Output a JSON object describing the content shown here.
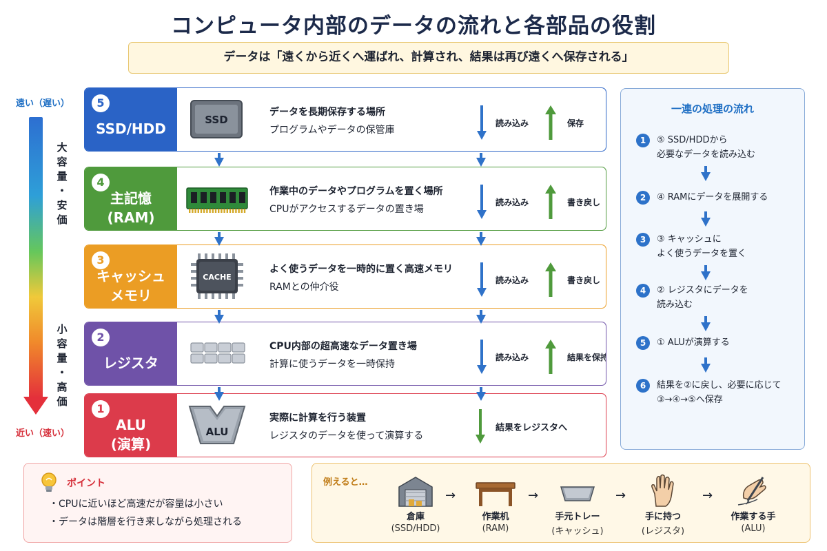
{
  "title": "コンピュータ内部のデータの流れと各部品の役割",
  "subtitle": "データは「遠くから近くへ運ばれ、計算され、結果は再び遠くへ保存される」",
  "gauge": {
    "top": "遠い（遅い）",
    "bottom": "近い（速い）",
    "upper_label": [
      "大",
      "容",
      "量",
      "・",
      "安",
      "価"
    ],
    "lower_label": [
      "小",
      "容",
      "量",
      "・",
      "高",
      "価"
    ]
  },
  "tiers": [
    {
      "num": "5",
      "name_lines": [
        "SSD/HDD"
      ],
      "icon": "ssd-icon",
      "icon_text": "SSD",
      "desc1": "データを長期保存する場所",
      "desc2": "プログラムやデータの保管庫",
      "read": "読み込み",
      "save": "保存",
      "color": "#2a63c6"
    },
    {
      "num": "4",
      "name_lines": [
        "主記憶",
        "(RAM)"
      ],
      "icon": "ram-icon",
      "icon_text": "",
      "desc1": "作業中のデータやプログラムを置く場所",
      "desc2": "CPUがアクセスするデータの置き場",
      "read": "読み込み",
      "save": "書き戻し",
      "color": "#4f9a3c"
    },
    {
      "num": "3",
      "name_lines": [
        "キャッシュ",
        "メモリ"
      ],
      "icon": "cache-chip-icon",
      "icon_text": "CACHE",
      "desc1": "よく使うデータを一時的に置く高速メモリ",
      "desc2": "RAMとの仲介役",
      "read": "読み込み",
      "save": "書き戻し",
      "color": "#eb9d24"
    },
    {
      "num": "2",
      "name_lines": [
        "レジスタ"
      ],
      "icon": "register-icon",
      "icon_text": "",
      "desc1": "CPU内部の超高速なデータ置き場",
      "desc2": "計算に使うデータを一時保持",
      "read": "読み込み",
      "save": "結果を保持",
      "color": "#6f52a8"
    },
    {
      "num": "1",
      "name_lines": [
        "ALU",
        "(演算)"
      ],
      "icon": "alu-icon",
      "icon_text": "ALU",
      "desc1": "実際に計算を行う装置",
      "desc2": "レジスタのデータを使って演算する",
      "read": "",
      "save": "結果をレジスタへ",
      "color": "#dc3b4b"
    }
  ],
  "flow": {
    "title": "一連の処理の流れ",
    "steps": [
      {
        "num": "1",
        "text": "⑤ SSD/HDDから\n必要なデータを読み込む"
      },
      {
        "num": "2",
        "text": "④ RAMにデータを展開する"
      },
      {
        "num": "3",
        "text": "③ キャッシュに\nよく使うデータを置く"
      },
      {
        "num": "4",
        "text": "② レジスタにデータを\n読み込む"
      },
      {
        "num": "5",
        "text": "① ALUが演算する"
      },
      {
        "num": "6",
        "text": "結果を②に戻し、必要に応じて\n③→④→⑤へ保存"
      }
    ]
  },
  "point": {
    "title": "ポイント",
    "bullets": [
      "・CPUに近いほど高速だが容量は小さい",
      "・データは階層を行き来しながら処理される"
    ]
  },
  "analogy": {
    "title": "例えると…",
    "items": [
      {
        "icon": "warehouse-icon",
        "label": "倉庫",
        "sub": "(SSD/HDD)"
      },
      {
        "icon": "desk-icon",
        "label": "作業机",
        "sub": "(RAM)"
      },
      {
        "icon": "tray-icon",
        "label": "手元トレー",
        "sub": "(キャッシュ)"
      },
      {
        "icon": "hand-icon",
        "label": "手に持つ",
        "sub": "(レジスタ)"
      },
      {
        "icon": "writing-hand-icon",
        "label": "作業する手",
        "sub": "(ALU)"
      }
    ]
  },
  "colors": {
    "blue_arrow": "#2f72c9",
    "green_arrow": "#4f9a3c",
    "accent": "#1f6fc4"
  }
}
